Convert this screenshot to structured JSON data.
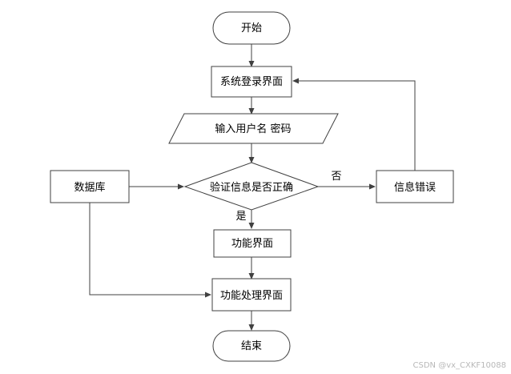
{
  "diagram": {
    "nodes": {
      "start": "开始",
      "login": "系统登录界面",
      "input": "输入用户名 密码",
      "database": "数据库",
      "verify": "验证信息是否正确",
      "error": "信息错误",
      "function": "功能界面",
      "processing": "功能处理界面",
      "end": "结束"
    },
    "edge_labels": {
      "no": "否",
      "yes": "是"
    }
  },
  "watermark": "CSDN @vx_CXKF10088"
}
